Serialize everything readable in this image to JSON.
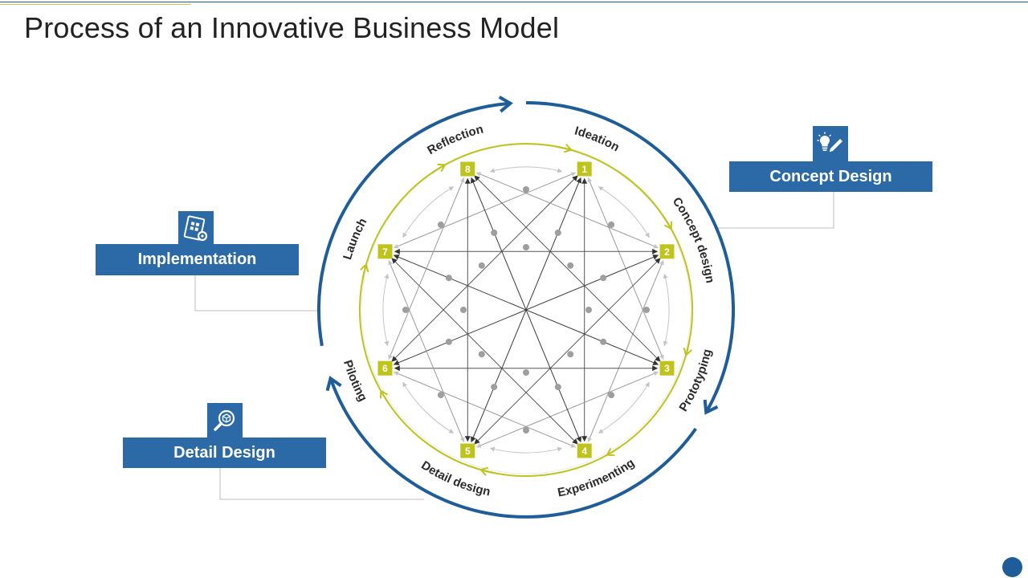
{
  "slide": {
    "title": "Process of an Innovative Business Model"
  },
  "callouts": {
    "concept": {
      "label": "Concept Design",
      "icon": "lightbulb-pencil-icon"
    },
    "implementation": {
      "label": "Implementation",
      "icon": "blueprint-gear-icon"
    },
    "detail": {
      "label": "Detail Design",
      "icon": "magnifier-cube-icon"
    }
  },
  "cycle": {
    "steps": [
      {
        "number": "1",
        "label": "Ideation"
      },
      {
        "number": "2",
        "label": "Concept design"
      },
      {
        "number": "3",
        "label": "Prototyping"
      },
      {
        "number": "4",
        "label": "Experimenting"
      },
      {
        "number": "5",
        "label": "Detail design"
      },
      {
        "number": "6",
        "label": "Piloting"
      },
      {
        "number": "7",
        "label": "Launch"
      },
      {
        "number": "8",
        "label": "Reflection"
      }
    ]
  },
  "colors": {
    "primary": "#2b6aa6",
    "ring": "#1f5d99",
    "accent": "#bfc41c"
  }
}
